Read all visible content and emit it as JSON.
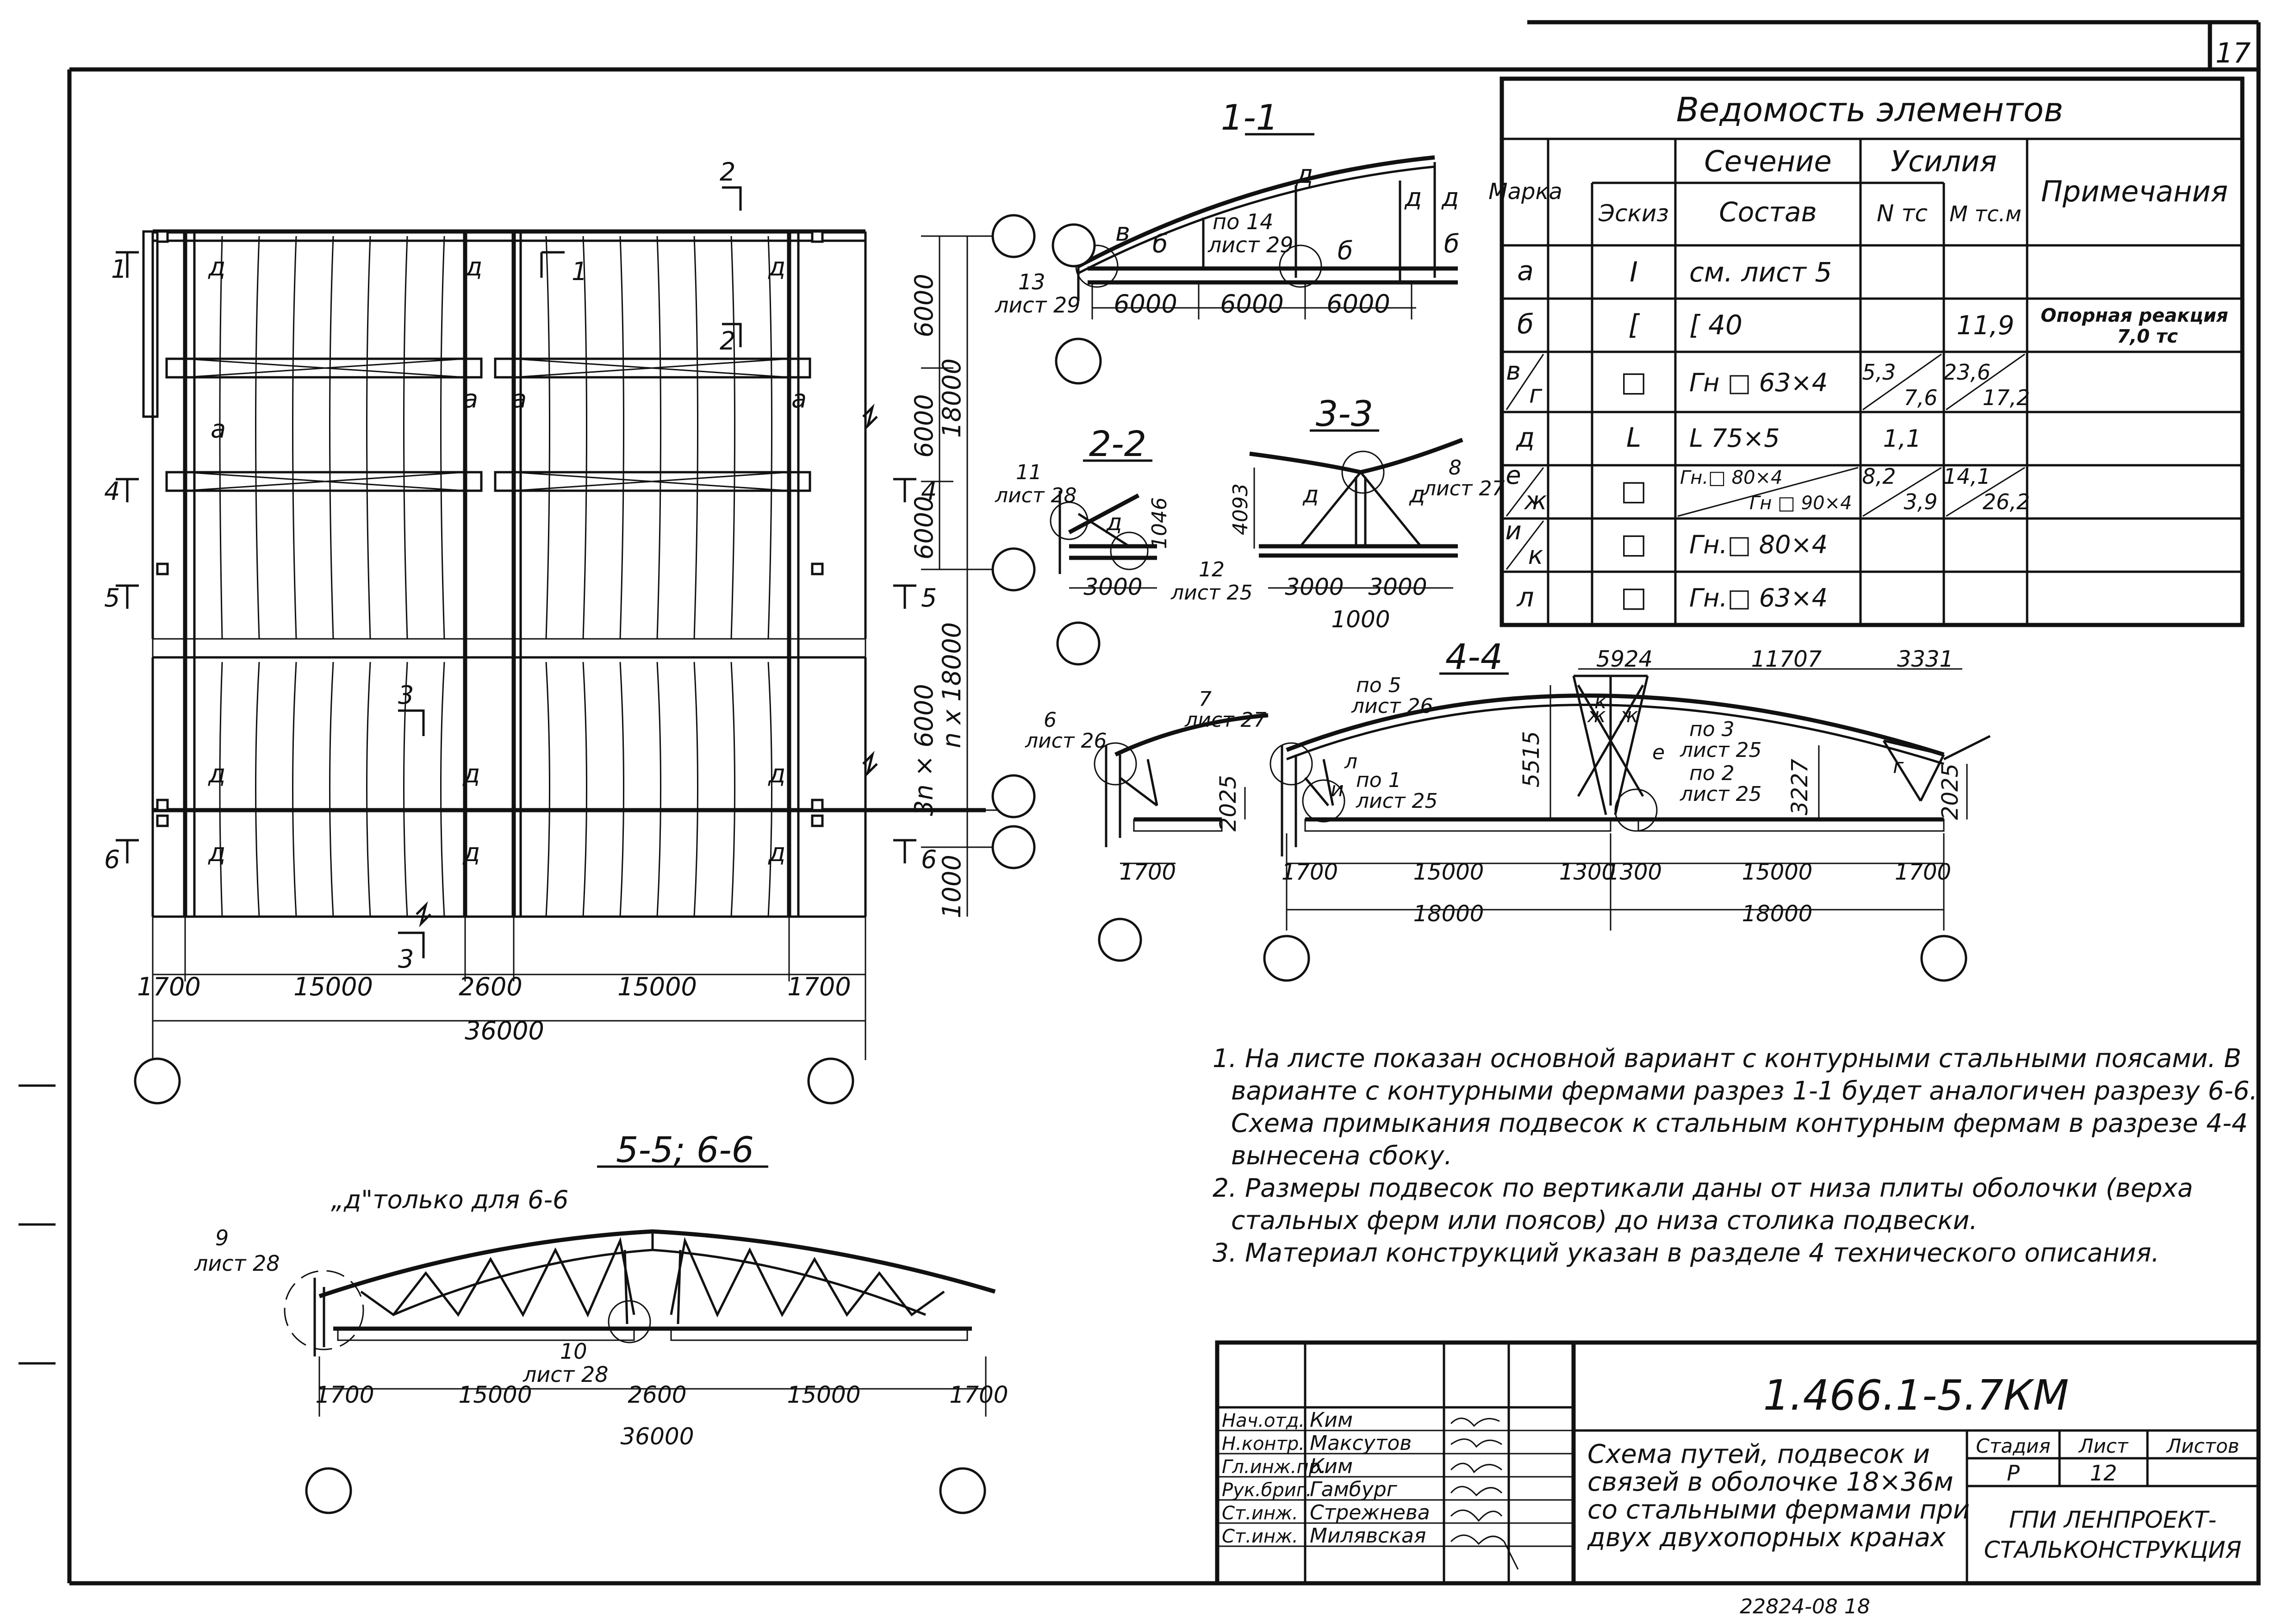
{
  "sheet_corner_number": "17",
  "plan": {
    "dims_bottom": [
      "1700",
      "15000",
      "2600",
      "15000",
      "1700"
    ],
    "dim_total": "36000",
    "dims_right": [
      "6000",
      "6000",
      "6000",
      "18000",
      "3n × 6000",
      "n x 18000",
      "1000"
    ],
    "section_marks": [
      "1",
      "1",
      "2",
      "2",
      "3",
      "3",
      "4",
      "4",
      "5",
      "5",
      "6",
      "6"
    ],
    "element_marks": [
      "д",
      "д",
      "д",
      "а",
      "а",
      "а",
      "а",
      "д",
      "д",
      "д",
      "д",
      "д",
      "д"
    ]
  },
  "section_1_1": {
    "title": "1-1",
    "dims": [
      "6000",
      "6000",
      "6000"
    ],
    "callouts": [
      {
        "num": "13",
        "sheet": "лист 29"
      },
      {
        "num": "по 14",
        "sheet": "лист 29"
      }
    ],
    "marks": [
      "в",
      "б",
      "б",
      "д",
      "д",
      "д",
      "б"
    ]
  },
  "section_2_2": {
    "title": "2-2",
    "dims": [
      "3000"
    ],
    "height": "1046",
    "callouts": [
      {
        "num": "11",
        "sheet": "лист 28"
      },
      {
        "num": "12",
        "sheet": "лист 25"
      }
    ],
    "marks": [
      "д"
    ]
  },
  "section_3_3": {
    "title": "3-3",
    "height": "4093",
    "dims": [
      "3000",
      "3000",
      "1000"
    ],
    "callouts": [
      {
        "num": "8",
        "sheet": "лист 27"
      }
    ],
    "marks": [
      "д",
      "д"
    ]
  },
  "section_4_4": {
    "title": "4-4",
    "top_dims": [
      "5924",
      "11707",
      "3331"
    ],
    "heights": [
      "5515",
      "3227",
      "2025",
      "2025"
    ],
    "bottom_dims": [
      "1700",
      "15000",
      "1300",
      "1300",
      "15000",
      "1700"
    ],
    "spans": [
      "18000",
      "18000"
    ],
    "side_dim": "1700",
    "callouts": [
      {
        "num": "6",
        "sheet": "лист 26"
      },
      {
        "num": "7",
        "sheet": "лист 27"
      },
      {
        "num": "по 5",
        "sheet": "лист 26"
      },
      {
        "num": "по 1",
        "sheet": "лист 25"
      },
      {
        "num": "по 3",
        "sheet": "лист 25"
      },
      {
        "num": "по 2",
        "sheet": "лист 25"
      }
    ],
    "marks": [
      "л",
      "и",
      "к",
      "ж",
      "ж",
      "е",
      "г"
    ]
  },
  "section_5_5": {
    "title": "5-5; 6-6",
    "note": "„д\"только для 6-6",
    "dims": [
      "1700",
      "15000",
      "2600",
      "15000",
      "1700"
    ],
    "total": "36000",
    "callouts": [
      {
        "num": "9",
        "sheet": "лист 28"
      },
      {
        "num": "10",
        "sheet": "лист 28"
      }
    ]
  },
  "elements_table": {
    "title": "Ведомость элементов",
    "col_mark": "Марка",
    "col_section": "Сечение",
    "col_sketch": "Эскиз",
    "col_composition": "Состав",
    "col_forces": "Усилия",
    "col_n": "N тс",
    "col_m": "М тс.м",
    "col_notes": "Примечания",
    "rows": [
      {
        "mark": "а",
        "mark2": "",
        "sketch": "I",
        "composition": "см. лист 5",
        "comp2": "",
        "n": "",
        "n2": "",
        "m": "",
        "m2": "",
        "note": "",
        "note2": ""
      },
      {
        "mark": "б",
        "mark2": "",
        "sketch": "[",
        "composition": "[ 40",
        "comp2": "",
        "n": "",
        "n2": "",
        "m": "11,9",
        "m2": "",
        "note": "Опорная реакция",
        "note2": "7,0 тс"
      },
      {
        "mark": "в",
        "mark2": "г",
        "sketch": "□",
        "composition": "Гн □ 63×4",
        "comp2": "",
        "n": "5,3",
        "n2": "7,6",
        "m": "23,6",
        "m2": "17,2",
        "note": "",
        "note2": ""
      },
      {
        "mark": "д",
        "mark2": "",
        "sketch": "L",
        "composition": "L 75×5",
        "comp2": "",
        "n": "1,1",
        "n2": "",
        "m": "",
        "m2": "",
        "note": "",
        "note2": ""
      },
      {
        "mark": "е",
        "mark2": "ж",
        "sketch": "□",
        "composition": "Гн.□ 80×4",
        "comp2": "Гн □ 90×4",
        "n": "8,2",
        "n2": "3,9",
        "m": "14,1",
        "m2": "26,2",
        "note": "",
        "note2": ""
      },
      {
        "mark": "и",
        "mark2": "к",
        "sketch": "□",
        "composition": "Гн.□ 80×4",
        "comp2": "",
        "n": "",
        "n2": "",
        "m": "",
        "m2": "",
        "note": "",
        "note2": ""
      },
      {
        "mark": "л",
        "mark2": "",
        "sketch": "□",
        "composition": "Гн.□ 63×4",
        "comp2": "",
        "n": "",
        "n2": "",
        "m": "",
        "m2": "",
        "note": "",
        "note2": ""
      }
    ]
  },
  "notes": [
    "1. На листе показан основной вариант с контурными стальными поясами. В",
    "варианте с контурными фермами разрез 1-1 будет аналогичен разрезу 6-6.",
    "Схема примыкания подвесок к стальным контурным фермам в разрезе 4-4",
    "вынесена сбоку.",
    "2. Размеры подвесок по вертикали даны от низа плиты оболочки (верха",
    "стальных ферм или поясов) до низа столика подвески.",
    "3. Материал конструкций указан в разделе 4 технического описания."
  ],
  "title_block": {
    "code": "1.466.1-5.7КМ",
    "staff": [
      {
        "role": "Нач.отд.",
        "name": "Ким"
      },
      {
        "role": "Н.контр.",
        "name": "Максутов"
      },
      {
        "role": "Гл.инж.пр.",
        "name": "Ким"
      },
      {
        "role": "Рук.бриг.",
        "name": "Гамбург"
      },
      {
        "role": "Ст.инж.",
        "name": "Стрежнева"
      },
      {
        "role": "Ст.инж.",
        "name": "Милявская"
      }
    ],
    "description": [
      "Схема путей, подвесок и",
      "связей в оболочке 18×36м",
      "со стальными фермами при",
      "двух двухопорных кранах"
    ],
    "stage_label": "Стадия",
    "sheet_label": "Лист",
    "sheets_label": "Листов",
    "stage": "Р",
    "sheet": "12",
    "sheets": "",
    "org_line1": "ГПИ ЛЕНПРОЕКТ-",
    "org_line2": "СТАЛЬКОНСТРУКЦИЯ"
  },
  "footer_number": "22824-08   18"
}
